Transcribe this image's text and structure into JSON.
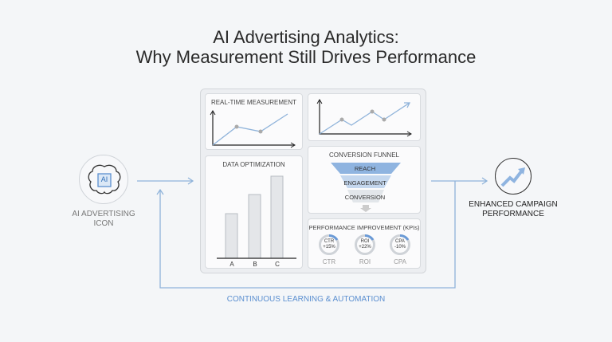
{
  "title": {
    "line1": "AI Advertising Analytics:",
    "line2": "Why Measurement Still Drives Performance"
  },
  "left_node": {
    "icon": "ai-brain-chip-icon",
    "chip_text": "AI",
    "label_line1": "AI ADVERTISING",
    "label_line2": "ICON"
  },
  "right_node": {
    "icon": "trending-up-arrow-icon",
    "label_line1": "ENHANCED CAMPAIGN",
    "label_line2": "PERFORMANCE"
  },
  "loop_label": "CONTINUOUS LEARNING & AUTOMATION",
  "dashboard": {
    "realtime": {
      "title": "REAL-TIME MEASUREMENT"
    },
    "optimization": {
      "title": "DATA OPTIMIZATION",
      "bars": [
        {
          "label": "A",
          "value": 56
        },
        {
          "label": "B",
          "value": 80
        },
        {
          "label": "C",
          "value": 103
        }
      ]
    },
    "funnel": {
      "title": "CONVERSION FUNNEL",
      "stages": [
        "REACH",
        "ENGAGEMENT",
        "CONVERSION"
      ]
    },
    "kpis": {
      "title": "PERFORMANCE IMPROVEMENT (KPIs)",
      "items": [
        {
          "name": "CTR",
          "value": "+15%",
          "label": "CTR"
        },
        {
          "name": "ROI",
          "value": "+22%",
          "label": "ROI"
        },
        {
          "name": "CPA",
          "value": "-10%",
          "label": "CPA"
        }
      ]
    }
  },
  "colors": {
    "accent": "#5b8fd0",
    "line": "#8fb3da",
    "funnel_top": "#8fb4e0"
  }
}
